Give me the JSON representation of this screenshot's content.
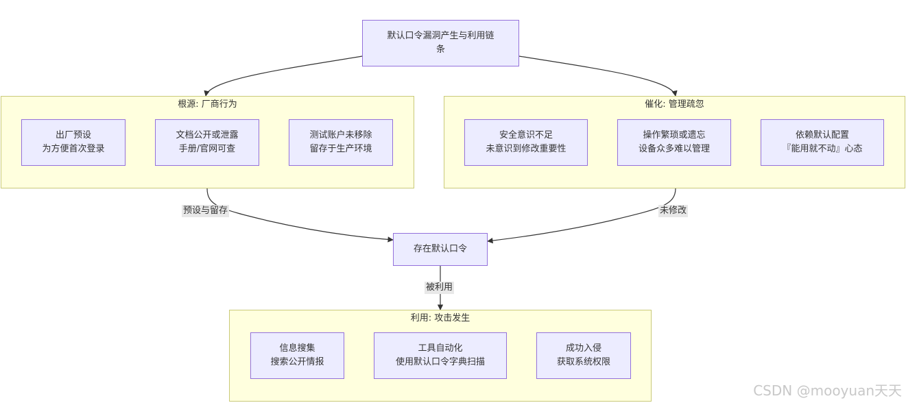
{
  "top_node": {
    "line1": "默认口令漏洞产生与利用链",
    "line2": "条"
  },
  "cluster_root": {
    "title": "根源: 厂商行为",
    "nodes": [
      {
        "line1": "出厂预设",
        "line2": "为方便首次登录"
      },
      {
        "line1": "文档公开或泄露",
        "line2": "手册/官网可查"
      },
      {
        "line1": "测试账户未移除",
        "line2": "留存于生产环境"
      }
    ]
  },
  "cluster_catalyst": {
    "title": "催化: 管理疏忽",
    "nodes": [
      {
        "line1": "安全意识不足",
        "line2": "未意识到修改重要性"
      },
      {
        "line1": "操作繁琐或遗忘",
        "line2": "设备众多难以管理"
      },
      {
        "line1": "依赖默认配置",
        "line2": "『能用就不动』心态"
      }
    ]
  },
  "center_node": {
    "label": "存在默认口令"
  },
  "edge_labels": {
    "preset": "预设与留存",
    "unmodified": "未修改",
    "exploited": "被利用"
  },
  "cluster_exploit": {
    "title": "利用: 攻击发生",
    "nodes": [
      {
        "line1": "信息搜集",
        "line2": "搜索公开情报"
      },
      {
        "line1": "工具自动化",
        "line2": "使用默认口令字典扫描"
      },
      {
        "line1": "成功入侵",
        "line2": "获取系统权限"
      }
    ]
  },
  "watermark": "CSDN @mooyuan天天",
  "colors": {
    "node_fill": "#ececff",
    "node_border": "#9370db",
    "cluster_fill": "#ffffde",
    "cluster_border": "#c9c979",
    "edge": "#333333"
  }
}
